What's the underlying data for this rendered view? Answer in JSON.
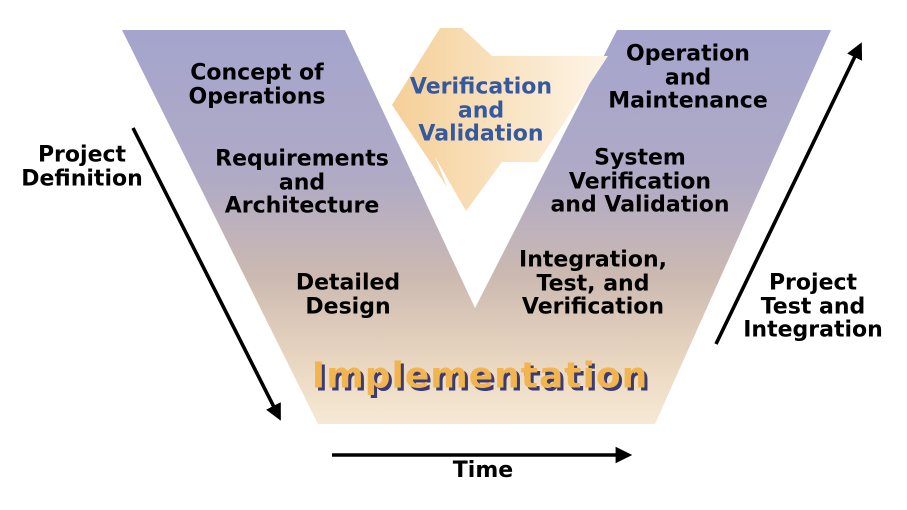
{
  "diagram": {
    "type": "v-model-process-diagram",
    "stages": {
      "concept_of_operations": {
        "lines": [
          "Concept of",
          "Operations"
        ]
      },
      "requirements_architecture": {
        "lines": [
          "Requirements",
          "and",
          "Architecture"
        ]
      },
      "detailed_design": {
        "lines": [
          "Detailed",
          "Design"
        ]
      },
      "implementation": {
        "lines": [
          "Implementation"
        ]
      },
      "integration_test_verification": {
        "lines": [
          "Integration,",
          "Test, and",
          "Verification"
        ]
      },
      "system_verification_validation": {
        "lines": [
          "System",
          "Verification",
          "and Validation"
        ]
      },
      "operation_maintenance": {
        "lines": [
          "Operation",
          "and",
          "Maintenance"
        ]
      }
    },
    "center_arrow": {
      "label_lines": [
        "Verification",
        "and",
        "Validation"
      ],
      "direction": "left"
    },
    "annotations": {
      "project_definition": {
        "lines": [
          "Project",
          "Definition"
        ],
        "arrow_direction": "down-right"
      },
      "project_test_integration": {
        "lines": [
          "Project",
          "Test and",
          "Integration"
        ],
        "arrow_direction": "up-right"
      },
      "time": {
        "lines": [
          "Time"
        ],
        "arrow_direction": "right"
      }
    }
  },
  "colors": {
    "v_top": "#a4a4cd",
    "v_mid": "#b0aac5",
    "v_lower": "#cbb9b1",
    "v_tan": "#e9d6c0",
    "v_bottom": "#f6e9d4",
    "arrow_start": "#f5cf97",
    "arrow_end": "#fdf5e8",
    "vv_text": "#34599e",
    "implementation_text": "#f2b44f",
    "implementation_shadow": "#3a3b72",
    "line": "#000000"
  }
}
